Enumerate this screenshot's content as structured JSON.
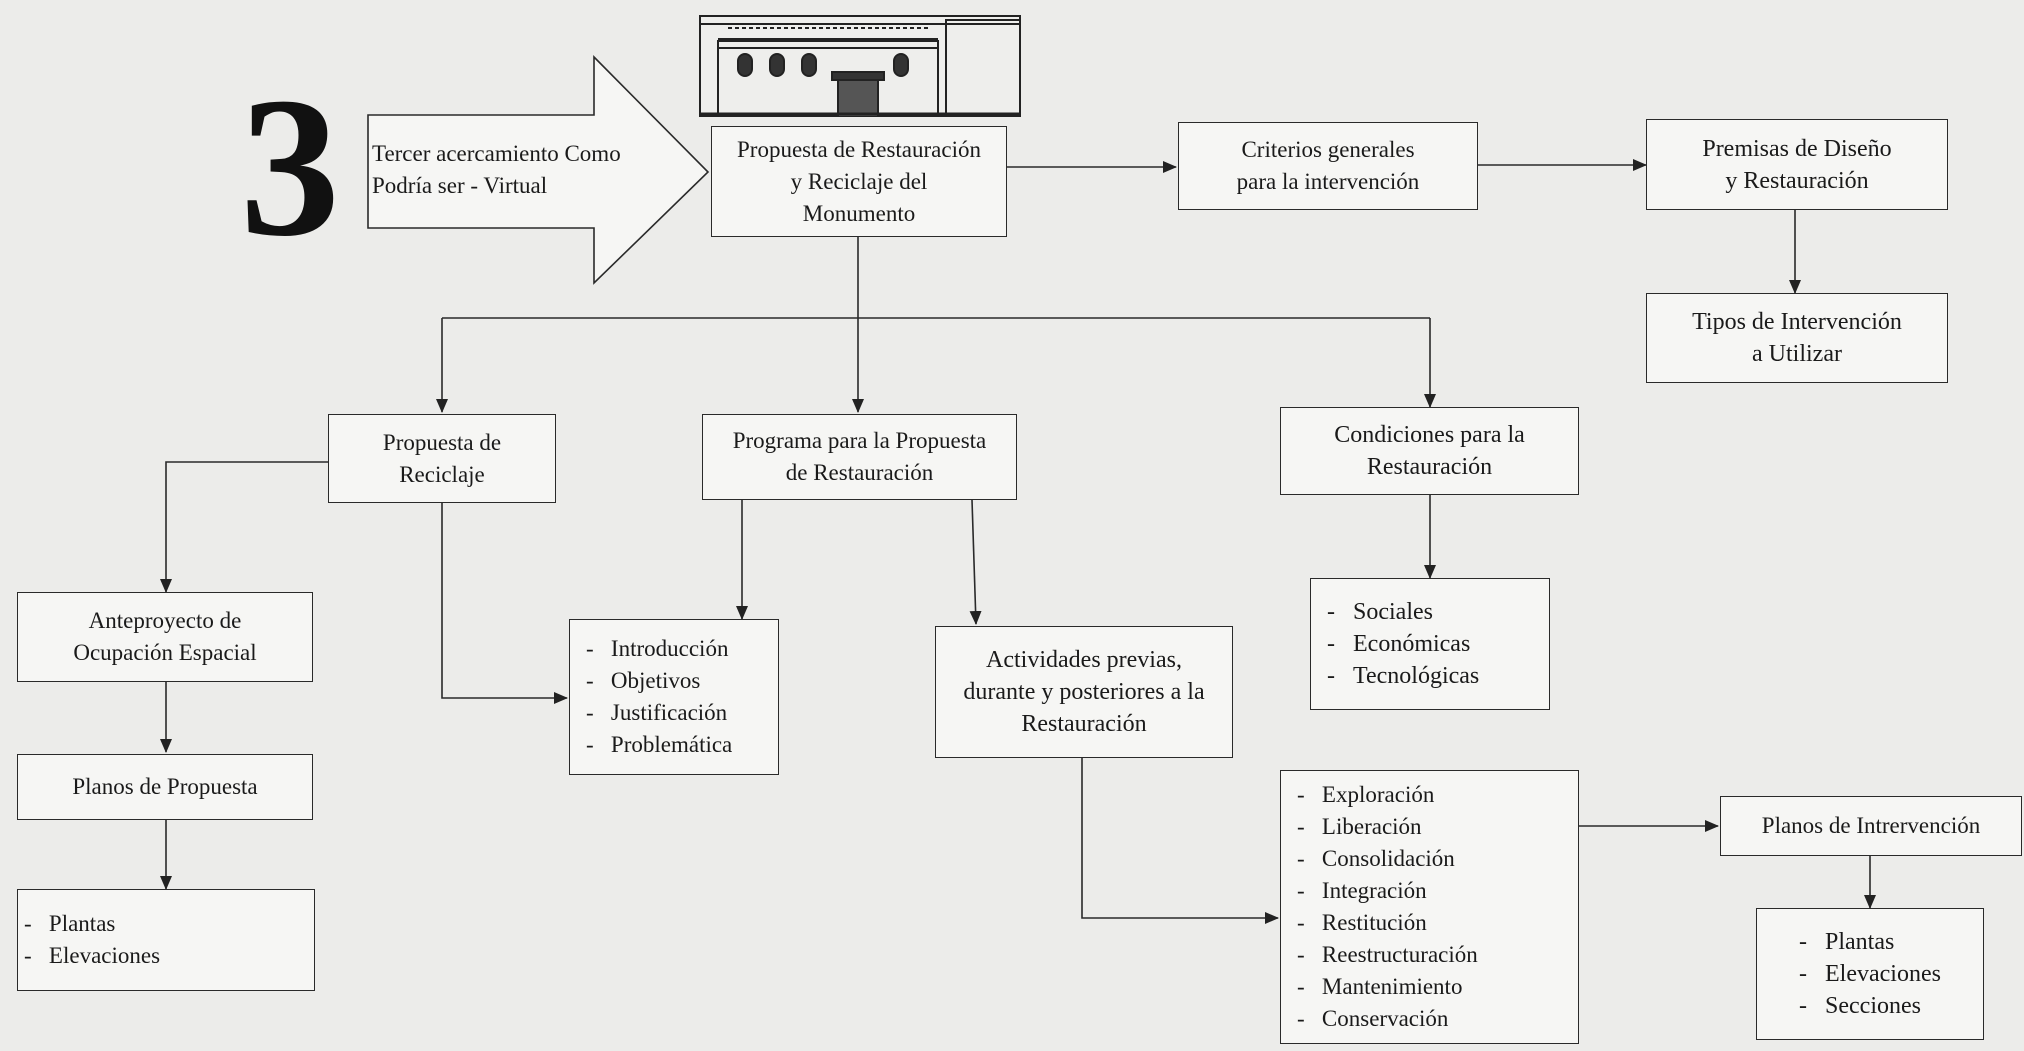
{
  "step_number": "3",
  "arrow_label": "Tercer  acercamiento Como Podría ser - Virtual",
  "nodes": {
    "propuesta_restauracion": "Propuesta de Restauración\ny Reciclaje del\nMonumento",
    "criterios": "Criterios generales\npara la intervención",
    "premisas": "Premisas de Diseño\ny Restauración",
    "tipos": "Tipos de Intervención\na Utilizar",
    "propuesta_reciclaje": "Propuesta de\nReciclaje",
    "programa": "Programa para la Propuesta\nde Restauración",
    "condiciones": "Condiciones para la\nRestauración",
    "anteproyecto": "Anteproyecto de\nOcupación Espacial",
    "planos_propuesta": "Planos de Propuesta",
    "actividades": "Actividades previas,\ndurante y posteriores a la\nRestauración",
    "planos_intervencion": "Planos de Intrervención"
  },
  "lists": {
    "programa_items": [
      "Introducción",
      "Objetivos",
      "Justificación",
      "Problemática"
    ],
    "condiciones_items": [
      "Sociales",
      "Económicas",
      "Tecnológicas"
    ],
    "planos_propuesta_items": [
      "Plantas",
      "Elevaciones"
    ],
    "actividades_items": [
      "Exploración",
      "Liberación",
      "Consolidación",
      "Integración",
      "Restitución",
      "Reestructuración",
      "Mantenimiento",
      "Conservación"
    ],
    "planos_intervencion_items": [
      "Plantas",
      "Elevaciones",
      "Secciones"
    ]
  }
}
